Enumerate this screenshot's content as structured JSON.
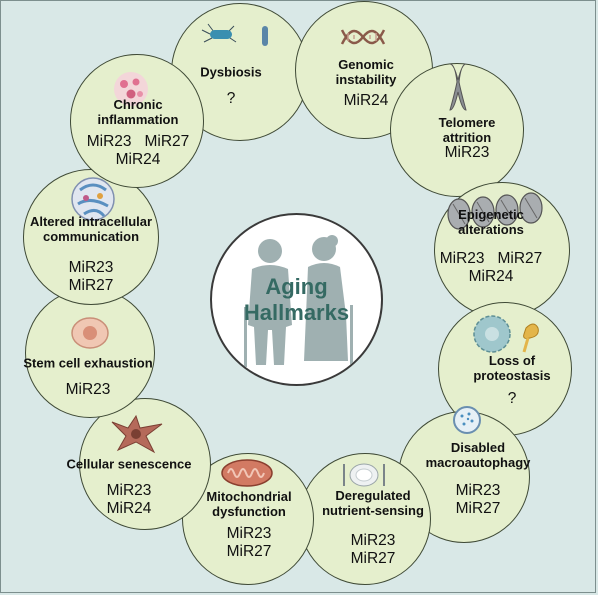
{
  "center": {
    "line1": "Aging",
    "line2": "Hallmarks"
  },
  "hallmarks": [
    {
      "id": "dysbiosis",
      "title": [
        "Dysbiosis"
      ],
      "mirs": [
        "?"
      ],
      "icon": "bacteria-icon"
    },
    {
      "id": "genomic-instability",
      "title": [
        "Genomic",
        "instability"
      ],
      "mirs": [
        "MiR24"
      ],
      "icon": "dna-icon"
    },
    {
      "id": "telomere-attrition",
      "title": [
        "Telomere",
        "attrition"
      ],
      "mirs": [
        "MiR23"
      ],
      "icon": "chromosome-icon"
    },
    {
      "id": "epigenetic-alterations",
      "title": [
        "Epigenetic",
        "alterations"
      ],
      "mirs": [
        "MiR23   MiR27",
        "MiR24"
      ],
      "icon": "nucleosome-icon"
    },
    {
      "id": "loss-of-proteostasis",
      "title": [
        "Loss of",
        "proteostasis"
      ],
      "mirs": [
        "?"
      ],
      "icon": "protein-aggregate-icon"
    },
    {
      "id": "disabled-macroautophagy",
      "title": [
        "Disabled",
        "macroautophagy"
      ],
      "mirs": [
        "MiR23",
        "MiR27"
      ],
      "icon": "autophagosome-icon"
    },
    {
      "id": "deregulated-nutrient-sensing",
      "title": [
        "Deregulated",
        "nutrient-sensing"
      ],
      "mirs": [
        "MiR23",
        "MiR27"
      ],
      "icon": "plate-icon"
    },
    {
      "id": "mitochondrial-dysfunction",
      "title": [
        "Mitochondrial",
        "dysfunction"
      ],
      "mirs": [
        "MiR23",
        "MiR27"
      ],
      "icon": "mitochondrion-icon"
    },
    {
      "id": "cellular-senescence",
      "title": [
        "Cellular senescence"
      ],
      "mirs": [
        "MiR23",
        "MiR24"
      ],
      "icon": "senescent-cell-icon"
    },
    {
      "id": "stem-cell-exhaustion",
      "title": [
        "Stem cell exhaustion"
      ],
      "mirs": [
        "MiR23"
      ],
      "icon": "stem-cell-icon"
    },
    {
      "id": "altered-intercellular-communication",
      "title": [
        "Altered intracellular",
        "communication"
      ],
      "mirs": [
        "MiR23",
        "MiR27"
      ],
      "icon": "cell-network-icon"
    },
    {
      "id": "chronic-inflammation",
      "title": [
        "Chronic",
        "inflammation"
      ],
      "mirs": [
        "MiR23   MiR27",
        "MiR24"
      ],
      "icon": "inflammation-icon"
    }
  ],
  "colors": {
    "background": "#d9e8e7",
    "node_fill": "#e5efcd",
    "node_border": "#3f4a36",
    "center_text": "#356a63",
    "figure_silhouette": "#9fb0b1"
  }
}
